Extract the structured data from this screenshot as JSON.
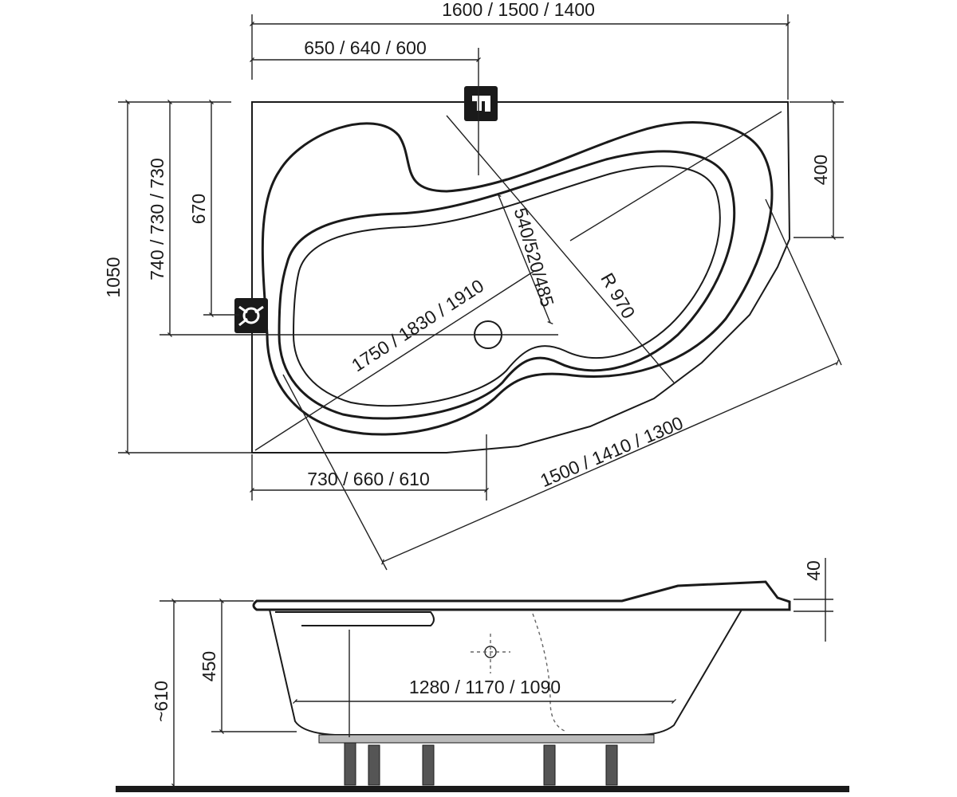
{
  "dimensions": {
    "overall_width": "1600 / 1500 / 1400",
    "tap_offset": "650 / 640 / 600",
    "overall_depth": "1050",
    "side_depth": "740 / 730 / 730",
    "inlet_height": "670",
    "right_step": "400",
    "inner_width": "540/520/485",
    "radius": "R 970",
    "diagonal_length": "1750 / 1830 / 1910",
    "front_width": "730 / 660 / 610",
    "diagonal_front": "1500 / 1410 / 1300",
    "rim_height": "40",
    "tub_height": "450",
    "total_height": "~610",
    "inner_bottom_length": "1280 / 1170 / 1090"
  }
}
